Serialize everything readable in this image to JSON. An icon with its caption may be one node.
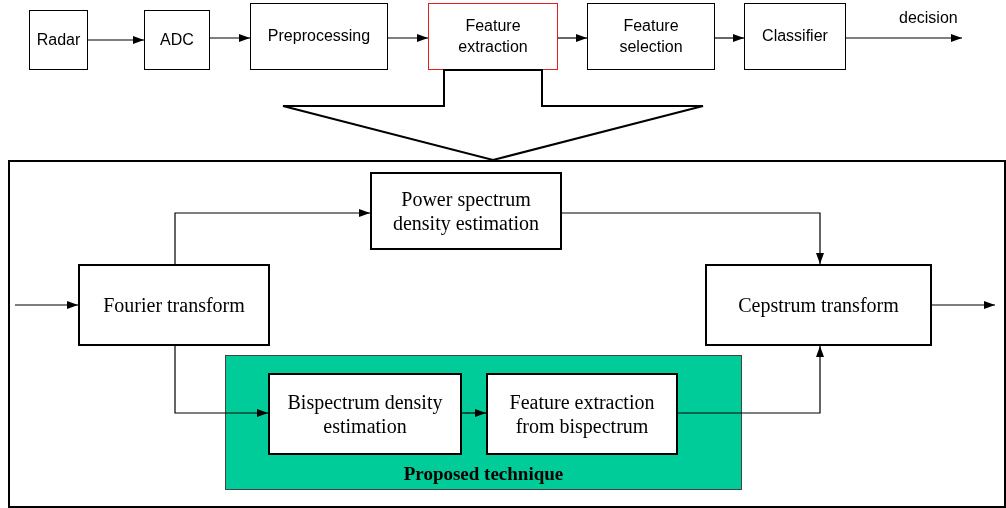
{
  "diagram": {
    "nodes": [
      {
        "text": [
          "Radar"
        ]
      },
      {
        "text": [
          "ADC"
        ]
      },
      {
        "text": [
          "Preprocessing"
        ]
      },
      {
        "text": [
          "Feature extraction"
        ]
      },
      {
        "text": [
          "Feature selection"
        ]
      },
      {
        "text": [
          "Classifier"
        ]
      },
      {
        "text": [],
        "shape": "box"
      },
      {
        "text": [
          "Power spectrum density estimation"
        ],
        "in": 6
      },
      {
        "text": [
          "Fourier transform"
        ],
        "in": 6
      },
      {
        "text": [
          "Cepstrum transform"
        ],
        "in": 6
      },
      {
        "text": [
          "Proposed technique"
        ],
        "in": 6
      },
      {
        "text": [
          "Bispectrum density estimation"
        ],
        "in": 10
      },
      {
        "text": [
          "Feature extraction from bispectrum"
        ],
        "in": 10
      }
    ],
    "edges": [
      {
        "from": 0,
        "to": 1,
        "arrow": "to"
      },
      {
        "from": 1,
        "to": 2,
        "arrow": "to"
      },
      {
        "from": 2,
        "to": 3,
        "arrow": "to"
      },
      {
        "from": 3,
        "to": 4,
        "arrow": "to"
      },
      {
        "from": 4,
        "to": 5,
        "arrow": "to"
      },
      {
        "from": 5,
        "to": null,
        "arrow": "to",
        "label": "decision"
      },
      {
        "from": 3,
        "to": 6,
        "arrow": "to",
        "style": "thick"
      },
      {
        "from": null,
        "to": 8,
        "arrow": "to"
      },
      {
        "from": 8,
        "to": 7,
        "arrow": "to"
      },
      {
        "from": 7,
        "to": 9,
        "arrow": "to"
      },
      {
        "from": 8,
        "to": 11,
        "arrow": "to"
      },
      {
        "from": 11,
        "to": 12,
        "arrow": "to"
      },
      {
        "from": 12,
        "to": 9,
        "arrow": "to"
      },
      {
        "from": 9,
        "to": null,
        "arrow": "to"
      }
    ]
  }
}
